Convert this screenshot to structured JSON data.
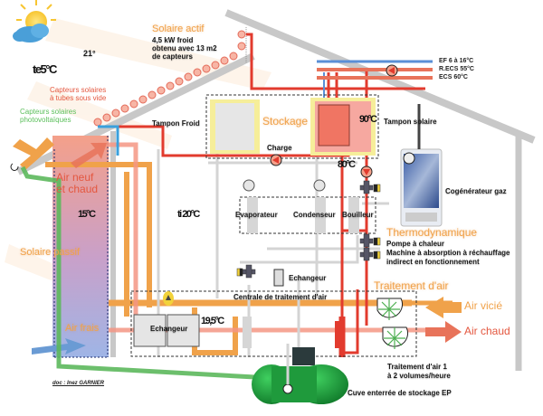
{
  "diagram": {
    "credit": "doc : Inez GARNIER",
    "outdoor": {
      "weather_icon": "sun-cloud-icon",
      "outside_temp": "te5°C",
      "sun_angle": "21°"
    },
    "solar": {
      "active_title": "Solaire actif",
      "active_desc": [
        "4,5 kW froid",
        "obtenu avec 13 m2",
        "de capteurs"
      ],
      "vacuum_tubes": [
        "Capteurs solaires",
        "à tubes sous vide"
      ],
      "photovoltaic": [
        "Capteurs solaires",
        "photovoltaïques"
      ],
      "passive": "Solaire passif"
    },
    "storage": {
      "title": "Stockage",
      "cold_buffer": "Tampon Froid",
      "solar_buffer": "Tampon solaire",
      "charge": "Charge",
      "tank_temp": "90°C",
      "loop_temp": "80°C"
    },
    "dhw_lines": [
      {
        "label": "EF 6 à 16°C",
        "color": "#5a8fd6"
      },
      {
        "label": "R.ECS 55°C",
        "color": "#e8735a"
      },
      {
        "label": "ECS 60°C",
        "color": "#e8735a"
      }
    ],
    "interior": {
      "indoor_temp": "ti 20°C",
      "wall_temp": "15°C",
      "fresh_warm_air": [
        "Air neuf",
        "et chaud"
      ],
      "fresh_air": "Air frais"
    },
    "thermodynamic": {
      "title": "Thermodynamique",
      "lines": [
        "Pompe à chaleur",
        "Machine à absorption à réchauffage",
        "indirect en fonctionnement"
      ],
      "evaporator": "Evaporateur",
      "condenser": "Condenseur",
      "boiler": "Bouilleur"
    },
    "cogeneration": "Cogénérateur gaz",
    "air_treatment": {
      "title": "Traitement d'air",
      "central_unit": "Centrale de traitement d'air",
      "exchanger_small": "Echangeur",
      "exchanger_main": "Echangeur",
      "exchanger_temp": "19,5°C",
      "stale_air": "Air vicié",
      "warm_air": "Air chaud",
      "rate": [
        "Traitement d'air 1",
        "à 2 volumes/heure"
      ]
    },
    "rainwater_tank": "Cuve enterrée de stockage EP"
  },
  "colors": {
    "hot_pipe": "#e23b2e",
    "warm_pipe": "#f0a24a",
    "cold_pipe": "#3aa0dc",
    "ground_pipe": "#5cb85c",
    "structure": "#c8c8c8",
    "storage_zone": "#f6ee9a"
  }
}
